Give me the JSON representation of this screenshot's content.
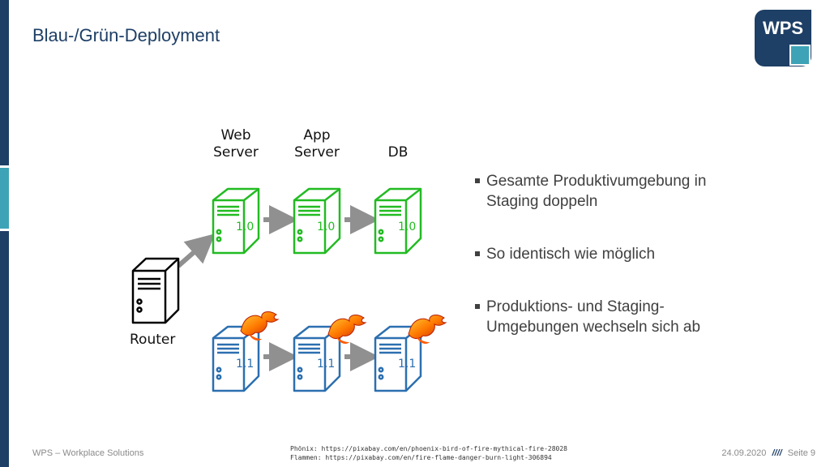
{
  "slide": {
    "title": "Blau-/Grün-Deployment",
    "logo_text": "WPS"
  },
  "diagram": {
    "columns": [
      "Web\nServer",
      "App\nServer",
      "DB"
    ],
    "router_label": "Router",
    "green_version": "1.0",
    "blue_version": "1.1",
    "colors": {
      "green": "#22bb22",
      "blue": "#2c6fb0",
      "arrow": "#909090",
      "router": "#000000"
    }
  },
  "bullets": [
    "Gesamte Produktivumgebung in Staging doppeln",
    "So identisch wie möglich",
    "Produktions- und Staging-Umgebungen wechseln sich ab"
  ],
  "footer": {
    "left": "WPS – Workplace Solutions",
    "credit_1": "Phönix: https://pixabay.com/en/phoenix-bird-of-fire-mythical-fire-28028",
    "credit_2": "Flammen: https://pixabay.com/en/fire-flame-danger-burn-light-306894",
    "date": "24.09.2020",
    "separator": "////",
    "page": "Seite 9"
  },
  "theme": {
    "primary": "#1e3f66",
    "accent": "#3ea3b6"
  }
}
